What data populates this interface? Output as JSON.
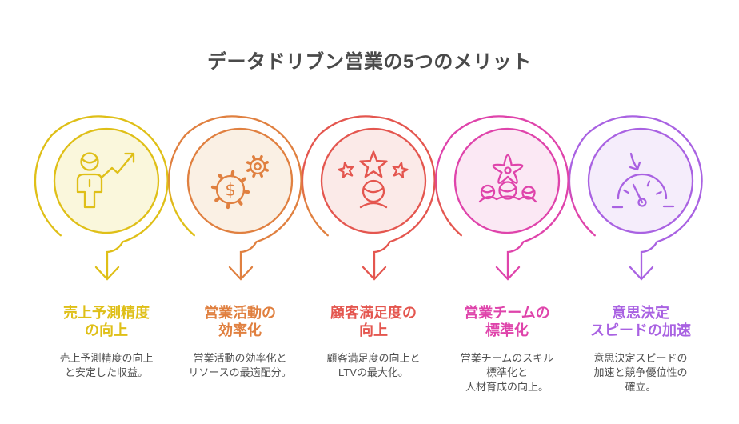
{
  "header": {
    "title": "データドリブン営業の5つのメリット",
    "color": "#4A4A4A"
  },
  "text_color": "#4F4F4F",
  "background": "#FFFFFF",
  "benefits": [
    {
      "icon": "person-growth-icon",
      "color": "#DFBF17",
      "tint": "#FAF7DC",
      "prev_color": "#DFBF17",
      "title": "売上予測精度\nの向上",
      "description": "売上予測精度の向上\nと安定した収益。"
    },
    {
      "icon": "gears-dollar-icon",
      "color": "#E08040",
      "tint": "#FAF0E4",
      "prev_color": "#DFBF17",
      "dollar": "$",
      "title": "営業活動の\n効率化",
      "description": "営業活動の効率化と\nリソースの最適配分。"
    },
    {
      "icon": "stars-face-icon",
      "color": "#E4564F",
      "tint": "#FBEAE8",
      "prev_color": "#E08040",
      "title": "顧客満足度の\n向上",
      "description": "顧客満足度の向上と\nLTVの最大化。"
    },
    {
      "icon": "team-gear-icon",
      "color": "#DF44AB",
      "tint": "#FBE8F4",
      "prev_color": "#E4564F",
      "title": "営業チームの\n標準化",
      "description": "営業チームのスキル\n標準化と\n人材育成の向上。"
    },
    {
      "icon": "gauge-speed-icon",
      "color": "#A962E2",
      "tint": "#F5EDFB",
      "prev_color": "#DF44AB",
      "title": "意思決定\nスピードの加速",
      "description": "意思決定スピードの\n加速と競争優位性の\n確立。"
    }
  ]
}
